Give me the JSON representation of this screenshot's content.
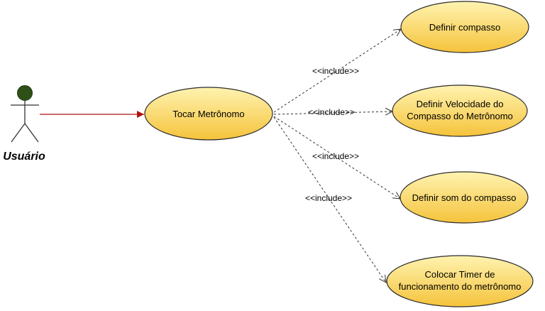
{
  "actor": {
    "name": "Usuário"
  },
  "main_use_case": {
    "label": "Tocar Metrônomo"
  },
  "included_use_cases": [
    {
      "lines": [
        "Definir compasso"
      ],
      "relation": "<<include>>"
    },
    {
      "lines": [
        "Definir Velocidade do",
        "Compasso do Metrônomo"
      ],
      "relation": "<<include>>"
    },
    {
      "lines": [
        "Definir som do compasso"
      ],
      "relation": "<<include>>"
    },
    {
      "lines": [
        "Colocar Timer de",
        "funcionamento do metrônomo"
      ],
      "relation": "<<include>>"
    }
  ],
  "colors": {
    "ellipse_fill_top": "#FFF3B0",
    "ellipse_fill_bottom": "#F5C33B",
    "ellipse_stroke": "#2B2B2B",
    "actor_head": "#2D5016",
    "actor_body": "#333333",
    "association_line": "#B01010",
    "include_line": "#333333"
  }
}
